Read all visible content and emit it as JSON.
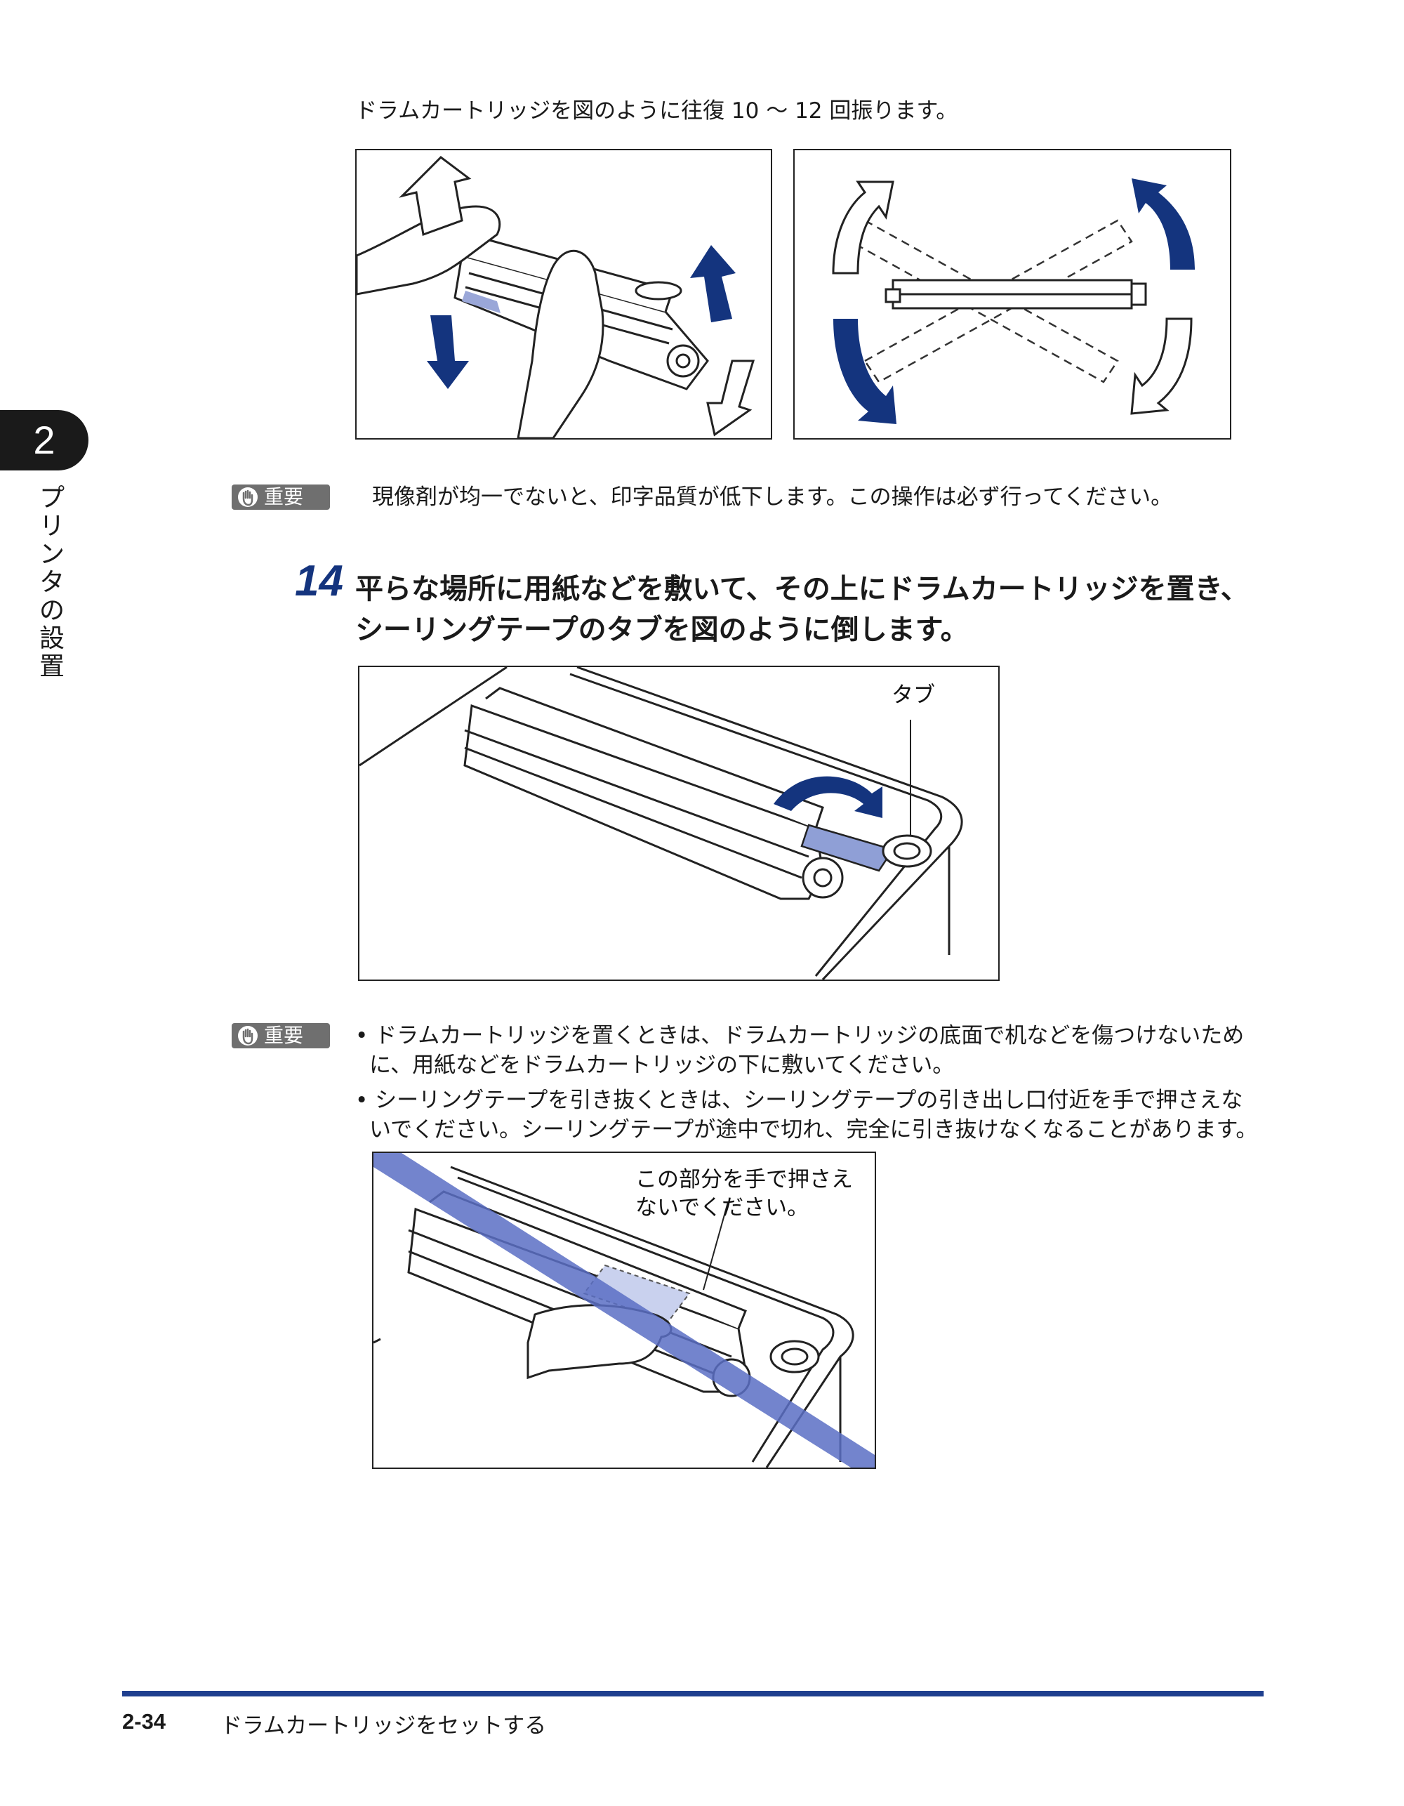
{
  "intro_text": "ドラムカートリッジを図のように往復 10 ～ 12 回振ります。",
  "chapter": {
    "number": "2",
    "title": "プリンタの設置"
  },
  "important_label": "重要",
  "note1": "現像剤が均一でないと、印字品質が低下します。この操作は必ず行ってください。",
  "step": {
    "number": "14",
    "line1": "平らな場所に用紙などを敷いて、その上にドラムカートリッジを置き、",
    "line2": "シーリングテープのタブを図のように倒します。"
  },
  "figure2_callout": "タブ",
  "note2": {
    "bullets": [
      {
        "line1": "ドラムカートリッジを置くときは、ドラムカートリッジの底面で机などを傷つけないため",
        "line2": "に、用紙などをドラムカートリッジの下に敷いてください。"
      },
      {
        "line1": "シーリングテープを引き抜くときは、シーリングテープの引き出し口付近を手で押さえな",
        "line2": "いでください。シーリングテープが途中で切れ、完全に引き抜けなくなることがあります。"
      }
    ]
  },
  "figure3_callout": {
    "line1": "この部分を手で押さえ",
    "line2": "ないでください。"
  },
  "footer": {
    "page": "2-34",
    "section": "ドラムカートリッジをセットする"
  },
  "colors": {
    "accent_blue": "#1f3f8f",
    "badge_gray": "#6f6f6f",
    "highlight_band": "#5a6fc4"
  }
}
